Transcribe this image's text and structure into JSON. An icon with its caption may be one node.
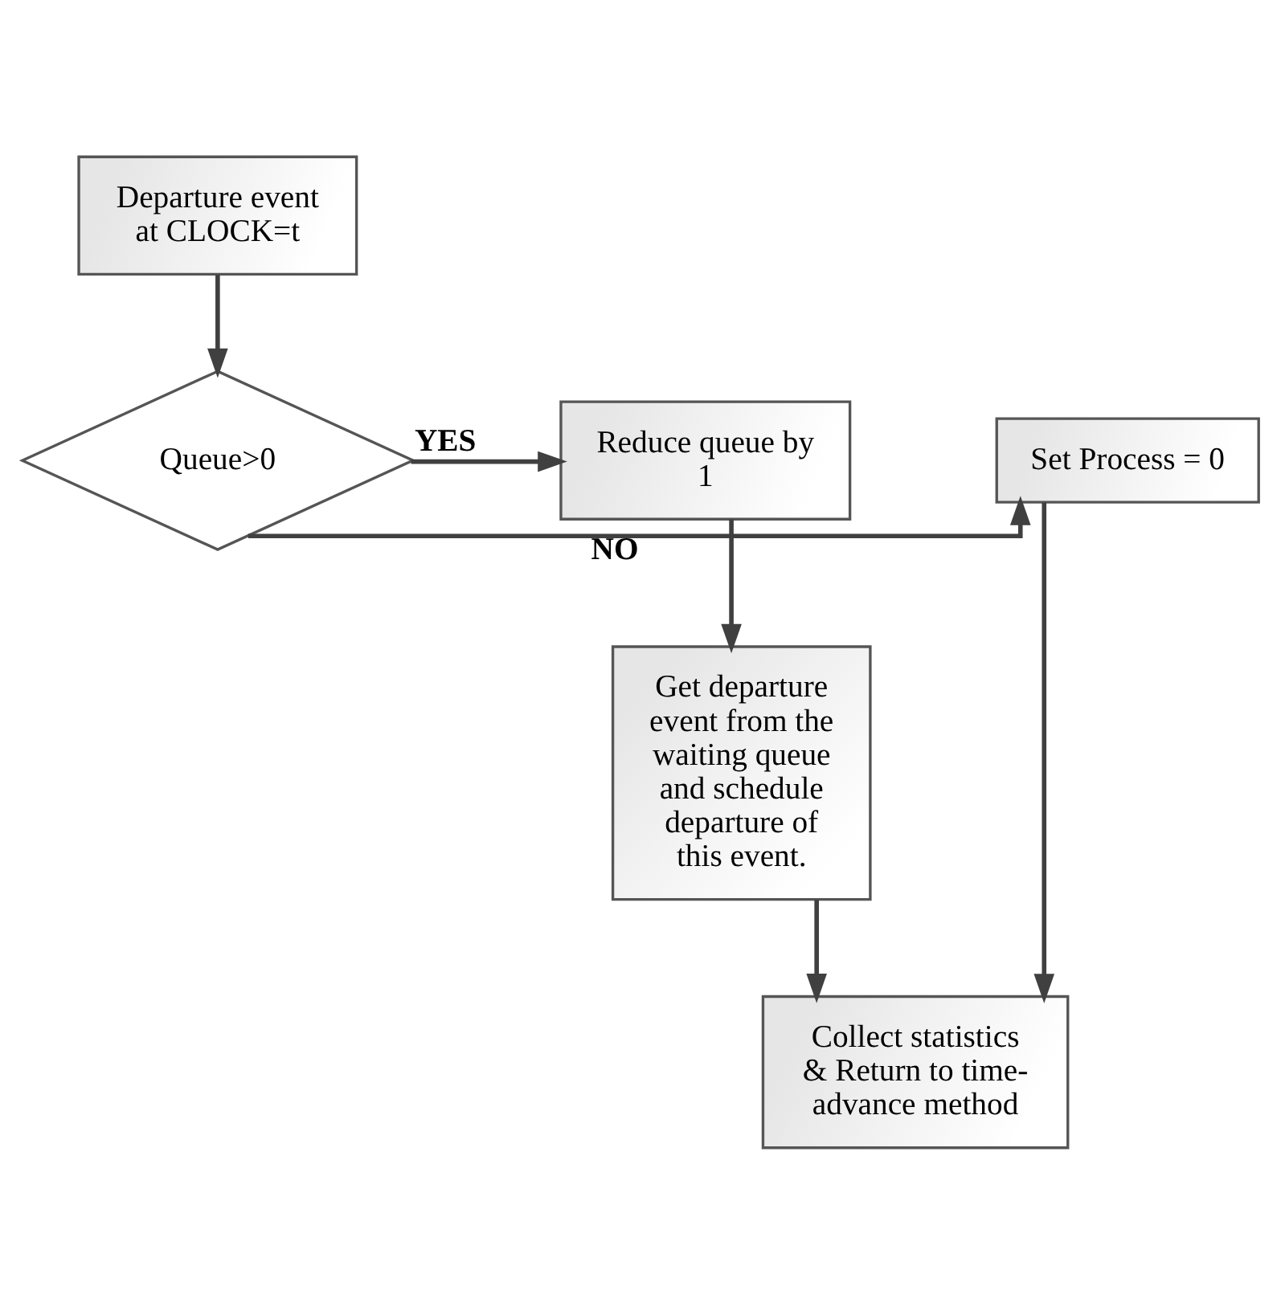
{
  "diagram": {
    "nodes": [
      {
        "text": [
          "Departure event at CLOCK=t"
        ]
      },
      {
        "text": [
          "Queue>0"
        ]
      },
      {
        "text": [
          "Set Process = 0"
        ]
      },
      {
        "text": [
          "Reduce queue by 1"
        ]
      },
      {
        "text": [
          "Get departure event from the waiting queue and schedule departure of this event."
        ]
      },
      {
        "text": [
          "Collect statistics & Return to time-advance method"
        ]
      }
    ],
    "edges": [
      {
        "from": 0,
        "to": 1,
        "arrow": "to"
      },
      {
        "from": 1,
        "to": 2,
        "arrow": "to",
        "label": "NO"
      },
      {
        "from": 1,
        "to": 3,
        "arrow": "to",
        "label": "YES"
      },
      {
        "from": 3,
        "to": 4,
        "arrow": "to"
      },
      {
        "from": 2,
        "to": 5,
        "arrow": "to"
      },
      {
        "from": 4,
        "to": 5,
        "arrow": "to"
      }
    ]
  }
}
